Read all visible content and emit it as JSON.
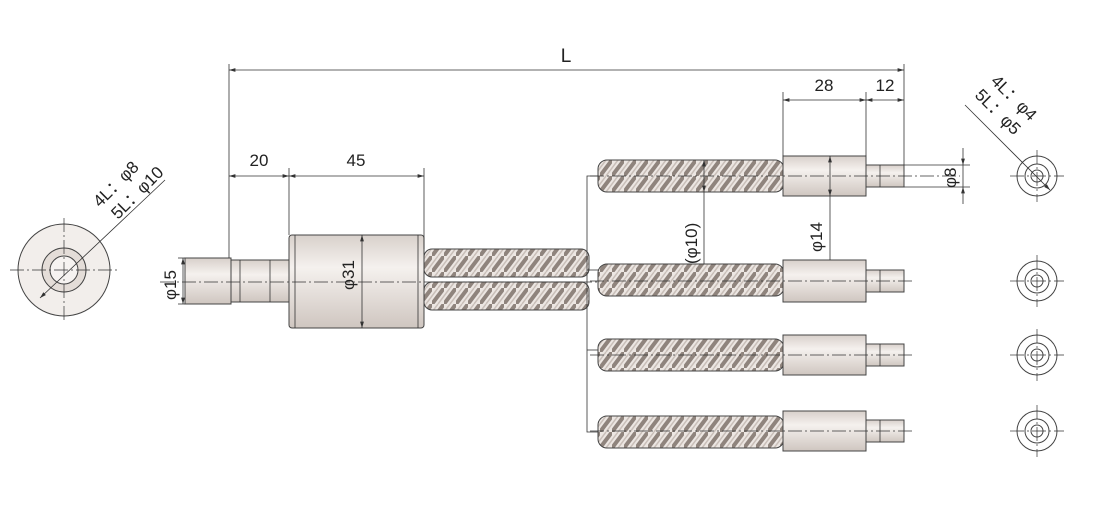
{
  "dimensions": {
    "overall_length": "L",
    "left_end_length": "20",
    "nut_length": "45",
    "right_journal_length": "28",
    "right_end_length": "12",
    "left_end_diameter": "φ15",
    "nut_diameter": "φ31",
    "thread_diameter": "(φ10)",
    "journal_diameter": "φ14",
    "right_end_diameter": "φ8"
  },
  "annotations": {
    "left_holes_4l": "4L：φ8",
    "left_holes_5l": "5L：φ10",
    "right_holes_4l": "4L：φ4",
    "right_holes_5l": "5L：φ5"
  },
  "colors": {
    "line": "#333333",
    "metal_body": "#e9e3df",
    "thread": "#b7aba4"
  }
}
